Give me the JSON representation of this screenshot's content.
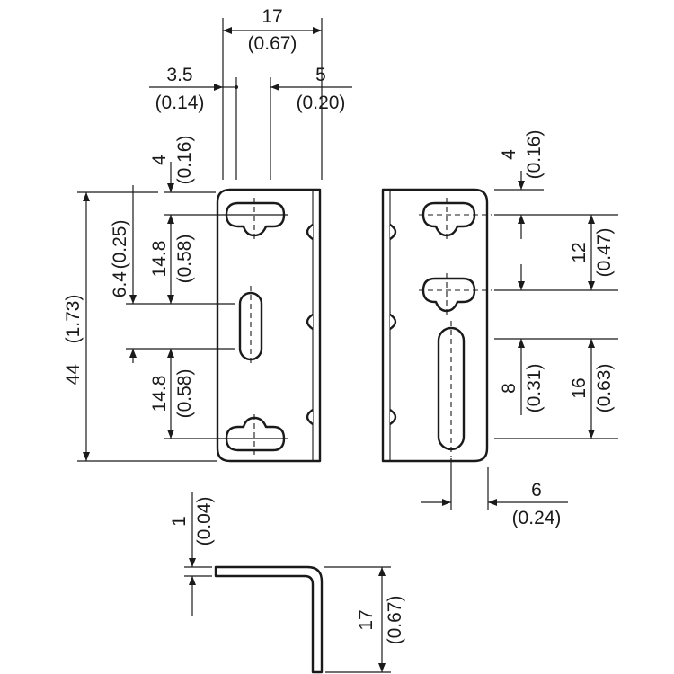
{
  "dimensions": {
    "top_width": {
      "mm": "17",
      "inch": "(0.67)"
    },
    "left_offset": {
      "mm": "3.5",
      "inch": "(0.14)"
    },
    "slot_offset": {
      "mm": "5",
      "inch": "(0.20)"
    },
    "top_margin_left": {
      "mm": "4",
      "inch": "(0.16)"
    },
    "keyhole_spacing_upper": {
      "mm": "14.8",
      "inch": "(0.58)"
    },
    "center_slot_offset": {
      "mm": "6.4",
      "inch": "(0.25)"
    },
    "keyhole_spacing_lower": {
      "mm": "14.8",
      "inch": "(0.58)"
    },
    "total_height": {
      "mm": "44",
      "inch": "(1.73)"
    },
    "top_margin_right": {
      "mm": "4",
      "inch": "(0.16)"
    },
    "keyhole_spacing_right": {
      "mm": "12",
      "inch": "(0.47)"
    },
    "long_slot_offset": {
      "mm": "8",
      "inch": "(0.31)"
    },
    "long_slot_length": {
      "mm": "16",
      "inch": "(0.63)"
    },
    "long_slot_width": {
      "mm": "6",
      "inch": "(0.24)"
    },
    "thickness": {
      "mm": "1",
      "inch": "(0.04)"
    },
    "leg_height": {
      "mm": "17",
      "inch": "(0.67)"
    }
  }
}
